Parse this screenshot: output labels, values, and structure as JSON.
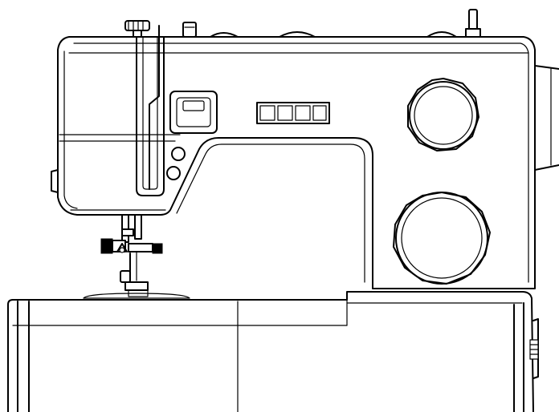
{
  "image": {
    "subject": "sewing-machine-line-drawing",
    "line_color": "#000000",
    "background_color": "#ffffff",
    "style": "black outline drawing, no fill"
  },
  "components": {
    "stitch_selector_buttons": {
      "count": 4
    },
    "control_dials": {
      "count": 2
    },
    "indicator_lights": {
      "count": 2
    },
    "top_knobs": {
      "count": 3
    }
  }
}
